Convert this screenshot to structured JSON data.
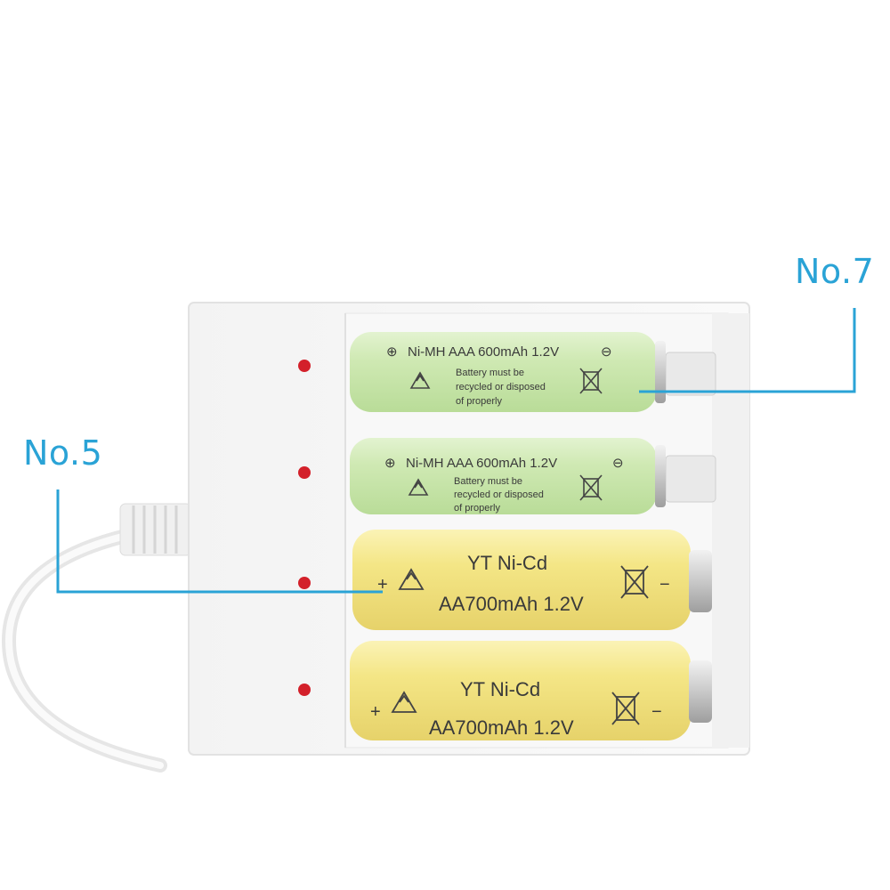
{
  "callouts": {
    "no7": "No.7",
    "no5": "No.5"
  },
  "batteries": [
    {
      "type": "Ni-MH AAA",
      "top_label": "Ni-MH AAA 600mAh 1.2V",
      "plus": "⊕",
      "minus": "⊖",
      "line1": "Battery must be",
      "line2": "recycled or disposed",
      "line3": "of properly",
      "color": "#cde8b0"
    },
    {
      "type": "Ni-MH AAA",
      "top_label": "Ni-MH AAA 600mAh 1.2V",
      "plus": "⊕",
      "minus": "⊖",
      "line1": "Battery must be",
      "line2": "recycled or disposed",
      "line3": "of properly",
      "color": "#cde8b0"
    },
    {
      "type": "YT Ni-Cd",
      "brand": "YT Ni-Cd",
      "spec": "AA700mAh 1.2V",
      "plus": "+",
      "minus": "−",
      "color": "#f3e58a"
    },
    {
      "type": "YT Ni-Cd",
      "brand": "YT Ni-Cd",
      "spec": "AA700mAh 1.2V",
      "plus": "+",
      "minus": "−",
      "color": "#f3e58a"
    }
  ],
  "colors": {
    "callout": "#2aa3d6",
    "led": "#d3202a",
    "charger": "#f6f6f6"
  }
}
